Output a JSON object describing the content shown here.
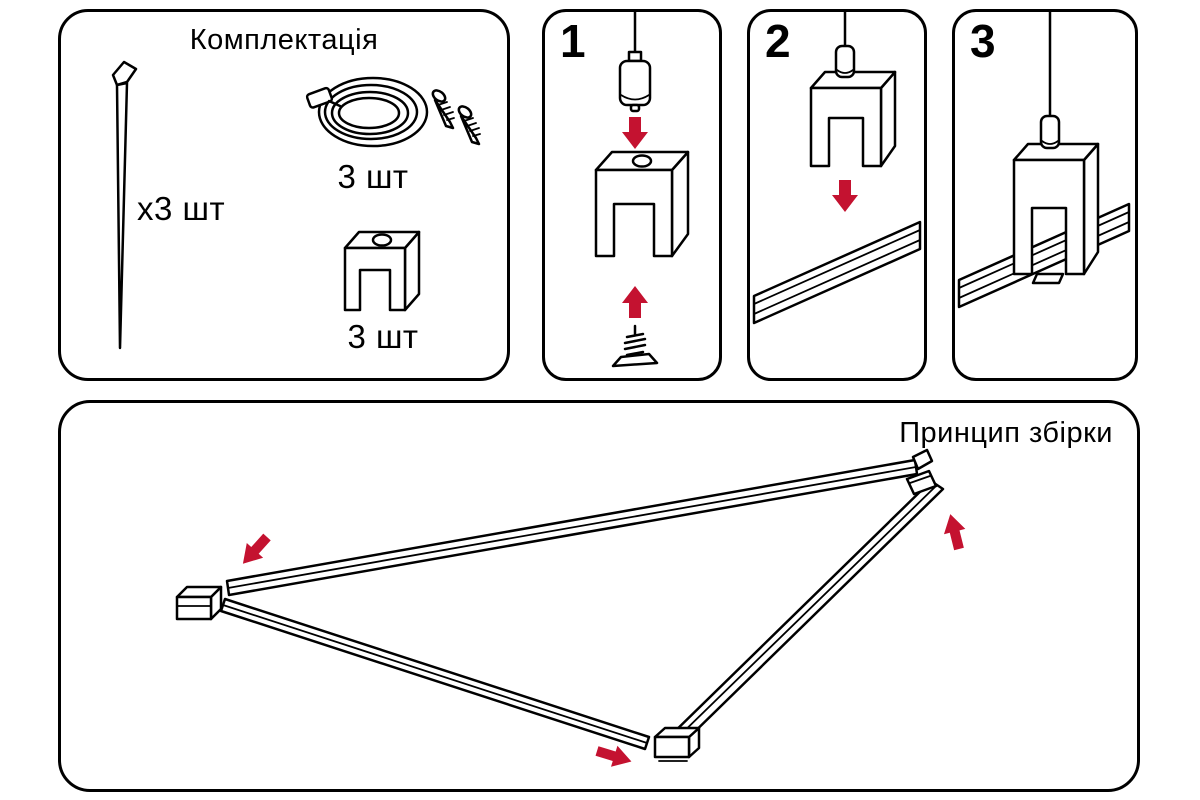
{
  "colors": {
    "accent_red": "#c41230",
    "line": "#000000",
    "background": "#ffffff"
  },
  "kit_panel": {
    "title": "Комплектація",
    "items": [
      {
        "name": "suspension-pin",
        "quantity_label": "x3 шт"
      },
      {
        "name": "cable-with-fasteners",
        "quantity_label": "3 шт"
      },
      {
        "name": "mounting-clip",
        "quantity_label": "3 шт"
      }
    ]
  },
  "steps": [
    {
      "number": "1"
    },
    {
      "number": "2"
    },
    {
      "number": "3"
    }
  ],
  "assembly_panel": {
    "title": "Принцип збірки"
  }
}
